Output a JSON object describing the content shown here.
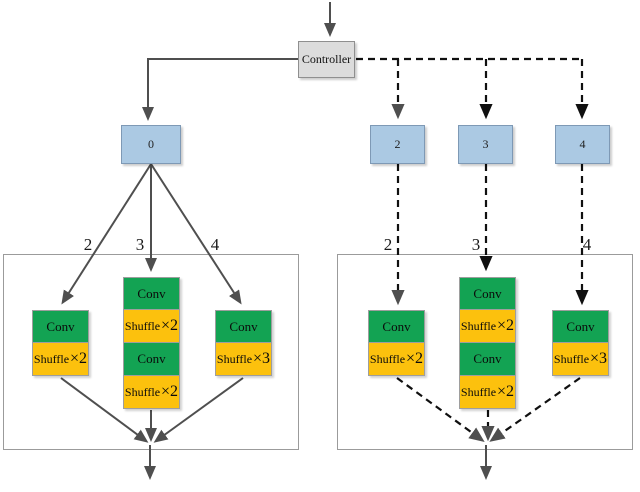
{
  "colors": {
    "node_blue": "#abc9e3",
    "conv_green": "#13a353",
    "shuffle_orange": "#fcc10d",
    "controller_gray": "#dcdcdc",
    "solid_edge": "#4f4f4f",
    "dashed_edge": "#101010"
  },
  "controller": {
    "label": "Controller"
  },
  "nodes": [
    {
      "label": "0"
    },
    {
      "label": "2"
    },
    {
      "label": "3"
    },
    {
      "label": "4"
    }
  ],
  "clusters": {
    "left": {
      "edge_style": "solid",
      "edge_labels": [
        "2",
        "3",
        "4"
      ],
      "branches": [
        {
          "ops": [
            {
              "type": "conv",
              "label": "Conv"
            },
            {
              "type": "shuffle",
              "label": "Shuffle",
              "mult": "×2"
            }
          ]
        },
        {
          "ops": [
            {
              "type": "conv",
              "label": "Conv"
            },
            {
              "type": "shuffle",
              "label": "Shuffle",
              "mult": "×2"
            },
            {
              "type": "conv",
              "label": "Conv"
            },
            {
              "type": "shuffle",
              "label": "Shuffle",
              "mult": "×2"
            }
          ]
        },
        {
          "ops": [
            {
              "type": "conv",
              "label": "Conv"
            },
            {
              "type": "shuffle",
              "label": "Shuffle",
              "mult": "×3"
            }
          ]
        }
      ]
    },
    "right": {
      "edge_style": "dashed",
      "edge_labels": [
        "2",
        "3",
        "4"
      ],
      "branches": [
        {
          "ops": [
            {
              "type": "conv",
              "label": "Conv"
            },
            {
              "type": "shuffle",
              "label": "Shuffle",
              "mult": "×2"
            }
          ]
        },
        {
          "ops": [
            {
              "type": "conv",
              "label": "Conv"
            },
            {
              "type": "shuffle",
              "label": "Shuffle",
              "mult": "×2"
            },
            {
              "type": "conv",
              "label": "Conv"
            },
            {
              "type": "shuffle",
              "label": "Shuffle",
              "mult": "×2"
            }
          ]
        },
        {
          "ops": [
            {
              "type": "conv",
              "label": "Conv"
            },
            {
              "type": "shuffle",
              "label": "Shuffle",
              "mult": "×3"
            }
          ]
        }
      ]
    }
  }
}
